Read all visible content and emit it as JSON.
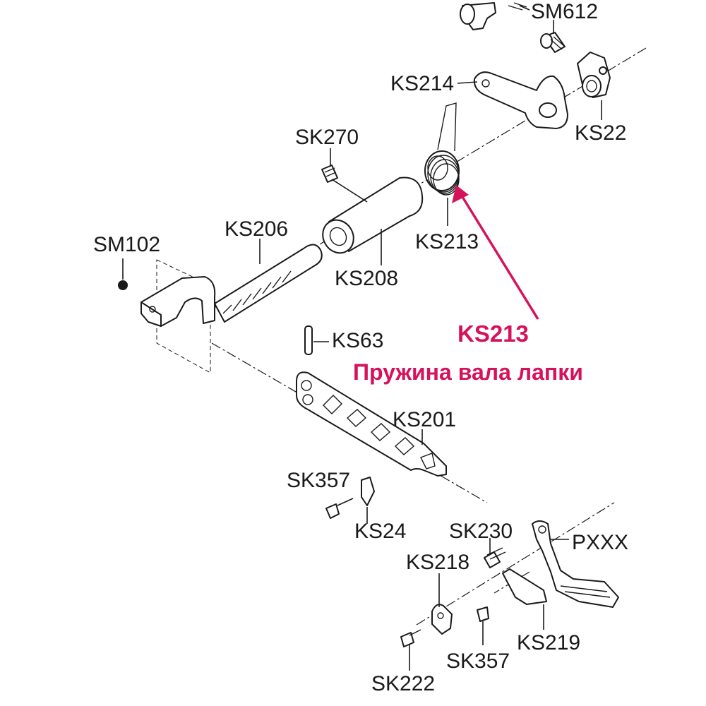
{
  "labels": {
    "sm612": "SM612",
    "ks214": "KS214",
    "ks22": "KS22",
    "sk270": "SK270",
    "ks206": "KS206",
    "ks213": "KS213",
    "ks208": "KS208",
    "sm102": "SM102",
    "ks63": "KS63",
    "ks201": "KS201",
    "sk357_top": "SK357",
    "ks24": "KS24",
    "sk230": "SK230",
    "pxxx": "PXXX",
    "ks218": "KS218",
    "ks219": "KS219",
    "sk357_bottom": "SK357",
    "sk222": "SK222"
  },
  "callout": {
    "code": "KS213",
    "name": "Пружина вала лапки",
    "color": "#d6125a"
  }
}
